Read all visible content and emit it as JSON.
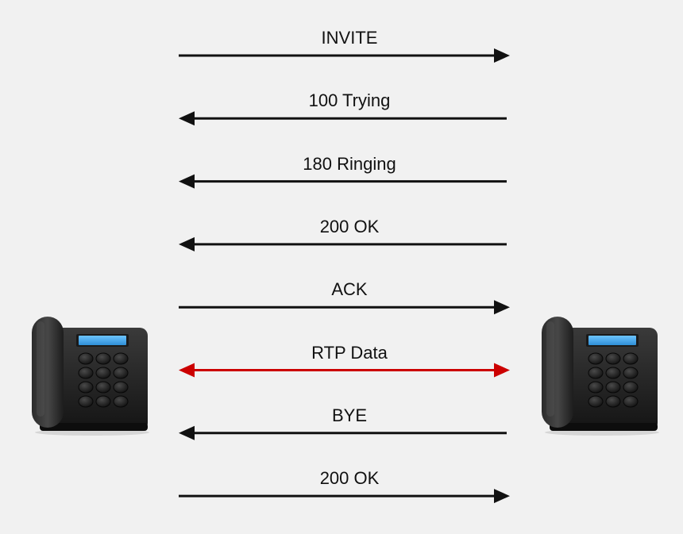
{
  "colors": {
    "background": "#f1f1f1",
    "arrow": "#111111",
    "media_arrow": "#cc0000",
    "phone_body": "#2a2a2a",
    "screen": "#3fa3e6"
  },
  "messages": [
    {
      "label": "INVITE",
      "direction": "right",
      "kind": "signal"
    },
    {
      "label": "100 Trying",
      "direction": "left",
      "kind": "signal"
    },
    {
      "label": "180 Ringing",
      "direction": "left",
      "kind": "signal"
    },
    {
      "label": "200 OK",
      "direction": "left",
      "kind": "signal"
    },
    {
      "label": "ACK",
      "direction": "right",
      "kind": "signal"
    },
    {
      "label": "RTP Data",
      "direction": "both",
      "kind": "media"
    },
    {
      "label": "BYE",
      "direction": "left",
      "kind": "signal"
    },
    {
      "label": "200 OK",
      "direction": "right",
      "kind": "signal"
    }
  ],
  "endpoints": [
    {
      "icon": "desk-phone-icon",
      "side": "left"
    },
    {
      "icon": "desk-phone-icon",
      "side": "right"
    }
  ]
}
